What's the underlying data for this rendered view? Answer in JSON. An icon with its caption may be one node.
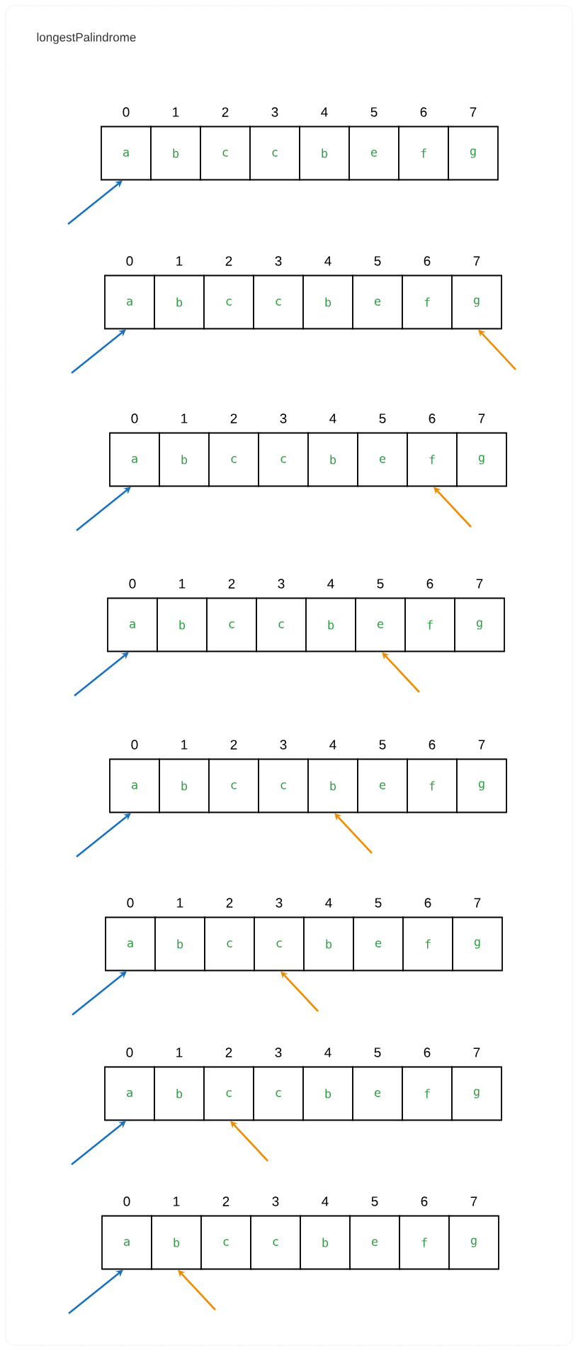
{
  "diagram": {
    "title": "longestPalindrome",
    "nodes": [
      {
        "text": [
          "a"
        ],
        "beside": [
          "0"
        ]
      },
      {
        "text": [
          "b"
        ],
        "beside": [
          "1"
        ]
      },
      {
        "text": [
          "c"
        ],
        "beside": [
          "2"
        ]
      },
      {
        "text": [
          "c"
        ],
        "beside": [
          "3"
        ]
      },
      {
        "text": [
          "b"
        ],
        "beside": [
          "4"
        ]
      },
      {
        "text": [
          "e"
        ],
        "beside": [
          "5"
        ]
      },
      {
        "text": [
          "f"
        ],
        "beside": [
          "6"
        ]
      },
      {
        "text": [
          "g"
        ],
        "beside": [
          "7"
        ]
      },
      {
        "text": [
          "a"
        ],
        "beside": [
          "0"
        ]
      },
      {
        "text": [
          "b"
        ],
        "beside": [
          "1"
        ]
      },
      {
        "text": [
          "c"
        ],
        "beside": [
          "2"
        ]
      },
      {
        "text": [
          "c"
        ],
        "beside": [
          "3"
        ]
      },
      {
        "text": [
          "b"
        ],
        "beside": [
          "4"
        ]
      },
      {
        "text": [
          "e"
        ],
        "beside": [
          "5"
        ]
      },
      {
        "text": [
          "f"
        ],
        "beside": [
          "6"
        ]
      },
      {
        "text": [
          "g"
        ],
        "beside": [
          "7"
        ]
      },
      {
        "text": [
          "a"
        ],
        "beside": [
          "0"
        ]
      },
      {
        "text": [
          "b"
        ],
        "beside": [
          "1"
        ]
      },
      {
        "text": [
          "c"
        ],
        "beside": [
          "2"
        ]
      },
      {
        "text": [
          "c"
        ],
        "beside": [
          "3"
        ]
      },
      {
        "text": [
          "b"
        ],
        "beside": [
          "4"
        ]
      },
      {
        "text": [
          "e"
        ],
        "beside": [
          "5"
        ]
      },
      {
        "text": [
          "f"
        ],
        "beside": [
          "6"
        ]
      },
      {
        "text": [
          "g"
        ],
        "beside": [
          "7"
        ]
      },
      {
        "text": [
          "a"
        ],
        "beside": [
          "0"
        ]
      },
      {
        "text": [
          "b"
        ],
        "beside": [
          "1"
        ]
      },
      {
        "text": [
          "c"
        ],
        "beside": [
          "2"
        ]
      },
      {
        "text": [
          "c"
        ],
        "beside": [
          "3"
        ]
      },
      {
        "text": [
          "b"
        ],
        "beside": [
          "4"
        ]
      },
      {
        "text": [
          "e"
        ],
        "beside": [
          "5"
        ]
      },
      {
        "text": [
          "f"
        ],
        "beside": [
          "6"
        ]
      },
      {
        "text": [
          "g"
        ],
        "beside": [
          "7"
        ]
      },
      {
        "text": [
          "a"
        ],
        "beside": [
          "0"
        ]
      },
      {
        "text": [
          "b"
        ],
        "beside": [
          "1"
        ]
      },
      {
        "text": [
          "c"
        ],
        "beside": [
          "2"
        ]
      },
      {
        "text": [
          "c"
        ],
        "beside": [
          "3"
        ]
      },
      {
        "text": [
          "b"
        ],
        "beside": [
          "4"
        ]
      },
      {
        "text": [
          "e"
        ],
        "beside": [
          "5"
        ]
      },
      {
        "text": [
          "f"
        ],
        "beside": [
          "6"
        ]
      },
      {
        "text": [
          "g"
        ],
        "beside": [
          "7"
        ]
      },
      {
        "text": [
          "a"
        ],
        "beside": [
          "0"
        ]
      },
      {
        "text": [
          "b"
        ],
        "beside": [
          "1"
        ]
      },
      {
        "text": [
          "c"
        ],
        "beside": [
          "2"
        ]
      },
      {
        "text": [
          "c"
        ],
        "beside": [
          "3"
        ]
      },
      {
        "text": [
          "b"
        ],
        "beside": [
          "4"
        ]
      },
      {
        "text": [
          "e"
        ],
        "beside": [
          "5"
        ]
      },
      {
        "text": [
          "f"
        ],
        "beside": [
          "6"
        ]
      },
      {
        "text": [
          "g"
        ],
        "beside": [
          "7"
        ]
      },
      {
        "text": [
          "a"
        ],
        "beside": [
          "0"
        ]
      },
      {
        "text": [
          "b"
        ],
        "beside": [
          "1"
        ]
      },
      {
        "text": [
          "c"
        ],
        "beside": [
          "2"
        ]
      },
      {
        "text": [
          "c"
        ],
        "beside": [
          "3"
        ]
      },
      {
        "text": [
          "b"
        ],
        "beside": [
          "4"
        ]
      },
      {
        "text": [
          "e"
        ],
        "beside": [
          "5"
        ]
      },
      {
        "text": [
          "f"
        ],
        "beside": [
          "6"
        ]
      },
      {
        "text": [
          "g"
        ],
        "beside": [
          "7"
        ]
      },
      {
        "text": [
          "a"
        ],
        "beside": [
          "0"
        ]
      },
      {
        "text": [
          "b"
        ],
        "beside": [
          "1"
        ]
      },
      {
        "text": [
          "c"
        ],
        "beside": [
          "2"
        ]
      },
      {
        "text": [
          "c"
        ],
        "beside": [
          "3"
        ]
      },
      {
        "text": [
          "b"
        ],
        "beside": [
          "4"
        ]
      },
      {
        "text": [
          "e"
        ],
        "beside": [
          "5"
        ]
      },
      {
        "text": [
          "f"
        ],
        "beside": [
          "6"
        ]
      },
      {
        "text": [
          "g"
        ],
        "beside": [
          "7"
        ]
      }
    ],
    "edges": [
      {
        "from": null,
        "to": 0,
        "arrow": "to"
      },
      {
        "from": null,
        "to": 8,
        "arrow": "to"
      },
      {
        "from": null,
        "to": 15,
        "arrow": "to",
        "color": "#f08c00"
      },
      {
        "from": null,
        "to": 16,
        "arrow": "to"
      },
      {
        "from": null,
        "to": 22,
        "arrow": "to",
        "color": "#f08c00"
      },
      {
        "from": null,
        "to": 24,
        "arrow": "to"
      },
      {
        "from": null,
        "to": 29,
        "arrow": "to",
        "color": "#f08c00"
      },
      {
        "from": null,
        "to": 32,
        "arrow": "to"
      },
      {
        "from": null,
        "to": 36,
        "arrow": "to",
        "color": "#f08c00"
      },
      {
        "from": null,
        "to": 40,
        "arrow": "to"
      },
      {
        "from": null,
        "to": 43,
        "arrow": "to",
        "color": "#f08c00"
      },
      {
        "from": null,
        "to": 48,
        "arrow": "to"
      },
      {
        "from": null,
        "to": 50,
        "arrow": "to",
        "color": "#f08c00"
      },
      {
        "from": null,
        "to": 56,
        "arrow": "to"
      },
      {
        "from": null,
        "to": 57,
        "arrow": "to",
        "color": "#f08c00"
      }
    ]
  }
}
